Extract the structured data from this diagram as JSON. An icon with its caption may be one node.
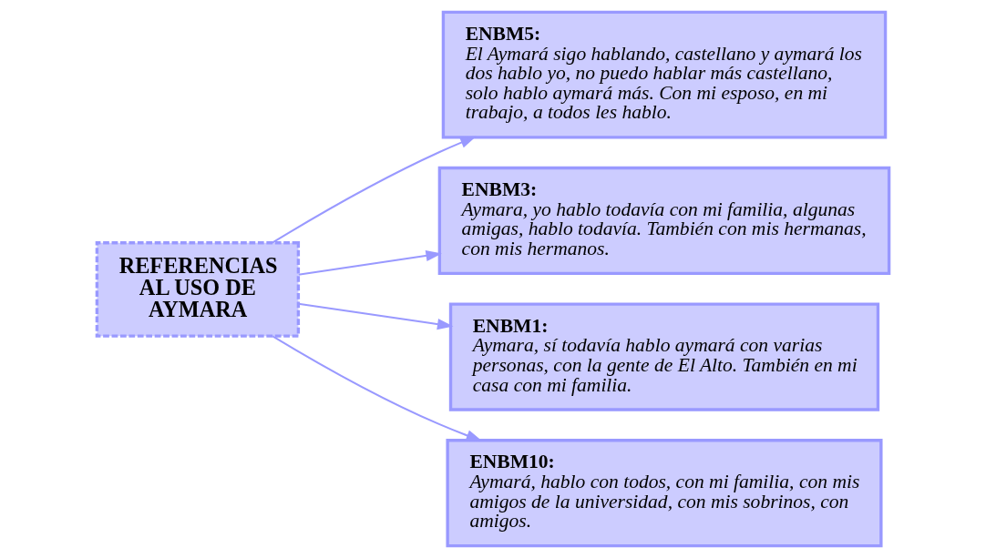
{
  "diagram": {
    "nodes": [
      {
        "text": [
          "REFERENCIAS AL USO DE AYMARA"
        ]
      },
      {
        "text": [
          "ENBM5:",
          "El Aymará sigo hablando, castellano y aymará los dos hablo yo, no puedo hablar más castellano, solo hablo aymará más. Con mi esposo, en mi trabajo, a todos les hablo."
        ]
      },
      {
        "text": [
          "ENBM3:",
          "Aymara, yo hablo todavía con mi familia, algunas amigas, hablo todavía. También con mis hermanas, con mis hermanos."
        ]
      },
      {
        "text": [
          "ENBM1:",
          "Aymara, sí todavía hablo aymará con varias personas, con la gente de El Alto. También en mi casa con mi familia."
        ]
      },
      {
        "text": [
          "ENBM10:",
          "Aymará, hablo con todos, con mi familia, con mis amigos de la universidad, con mis sobrinos, con amigos."
        ]
      }
    ],
    "edges": [
      {
        "from": 0,
        "to": 1,
        "arrow": "to"
      },
      {
        "from": 0,
        "to": 2,
        "arrow": "to"
      },
      {
        "from": 0,
        "to": 3,
        "arrow": "to"
      },
      {
        "from": 0,
        "to": 4,
        "arrow": "to"
      }
    ]
  }
}
